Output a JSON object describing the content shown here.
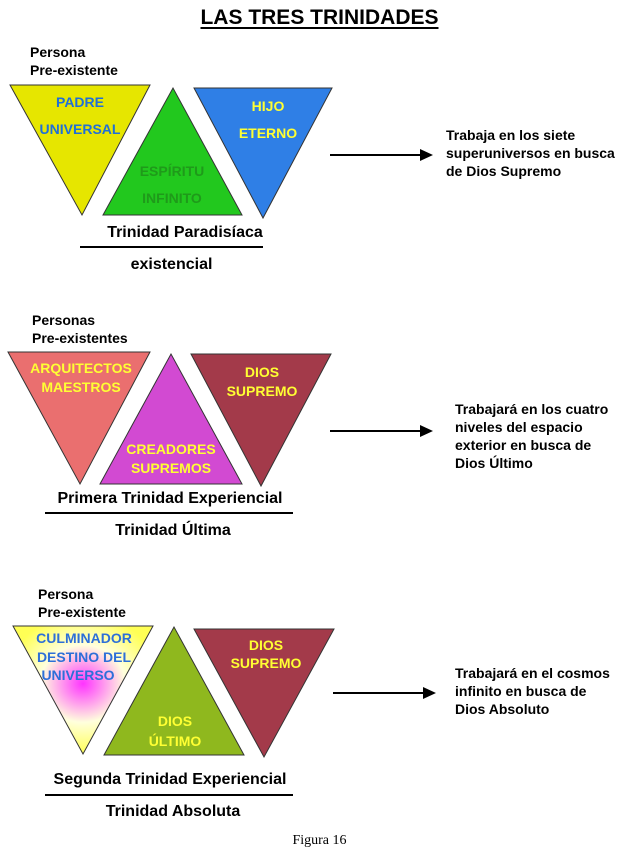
{
  "title": "LAS TRES TRINIDADES",
  "caption": "Figura 16",
  "trinities": [
    {
      "note_lines": [
        "Persona",
        "Pre-existente"
      ],
      "left": {
        "lines": [
          "PADRE",
          "UNIVERSAL"
        ],
        "color": "#e6e600",
        "text_color": "#1f6fd8"
      },
      "middle": {
        "lines": [
          "ESPÍRITU",
          "INFINITO"
        ],
        "color": "#22c81e",
        "text_color": "#1f9a1a"
      },
      "right": {
        "lines": [
          "HIJO",
          "ETERNO"
        ],
        "color": "#2f7fe6",
        "text_color": "#ffff33"
      },
      "name": "Trinidad Paradisíaca",
      "subname": "existencial",
      "arrow_lines": [
        "Trabaja en los siete",
        "superuniversos en busca",
        "de Dios Supremo"
      ]
    },
    {
      "note_lines": [
        "Personas",
        "Pre-existentes"
      ],
      "left": {
        "lines": [
          "ARQUITECTOS",
          "MAESTROS"
        ],
        "color": "#ea6f6f",
        "text_color": "#ffff33"
      },
      "middle": {
        "lines": [
          "CREADORES",
          "SUPREMOS"
        ],
        "color": "#d24ad2",
        "text_color": "#ffff33"
      },
      "right": {
        "lines": [
          "DIOS",
          "SUPREMO"
        ],
        "color": "#a33a4a",
        "text_color": "#ffff33"
      },
      "name": "Primera Trinidad Experiencial",
      "subname": "Trinidad Última",
      "arrow_lines": [
        "Trabajará en los cuatro",
        "niveles del espacio",
        "exterior en busca de",
        "Dios Último"
      ]
    },
    {
      "note_lines": [
        "Persona",
        "Pre-existente"
      ],
      "left": {
        "lines": [
          "CULMINADOR",
          "DESTINO DEL",
          "UNIVERSO"
        ],
        "color": "#ffff55",
        "text_color": "#2d6fd8"
      },
      "middle": {
        "lines": [
          "DIOS",
          "ÚLTIMO"
        ],
        "color": "#8fb81e",
        "text_color": "#ffff33"
      },
      "right": {
        "lines": [
          "DIOS",
          "SUPREMO"
        ],
        "color": "#a33a4a",
        "text_color": "#ffff33"
      },
      "name": "Segunda Trinidad Experiencial",
      "subname": "Trinidad Absoluta",
      "arrow_lines": [
        "Trabajará en el cosmos",
        "infinito en busca de",
        "Dios Absoluto"
      ]
    }
  ]
}
